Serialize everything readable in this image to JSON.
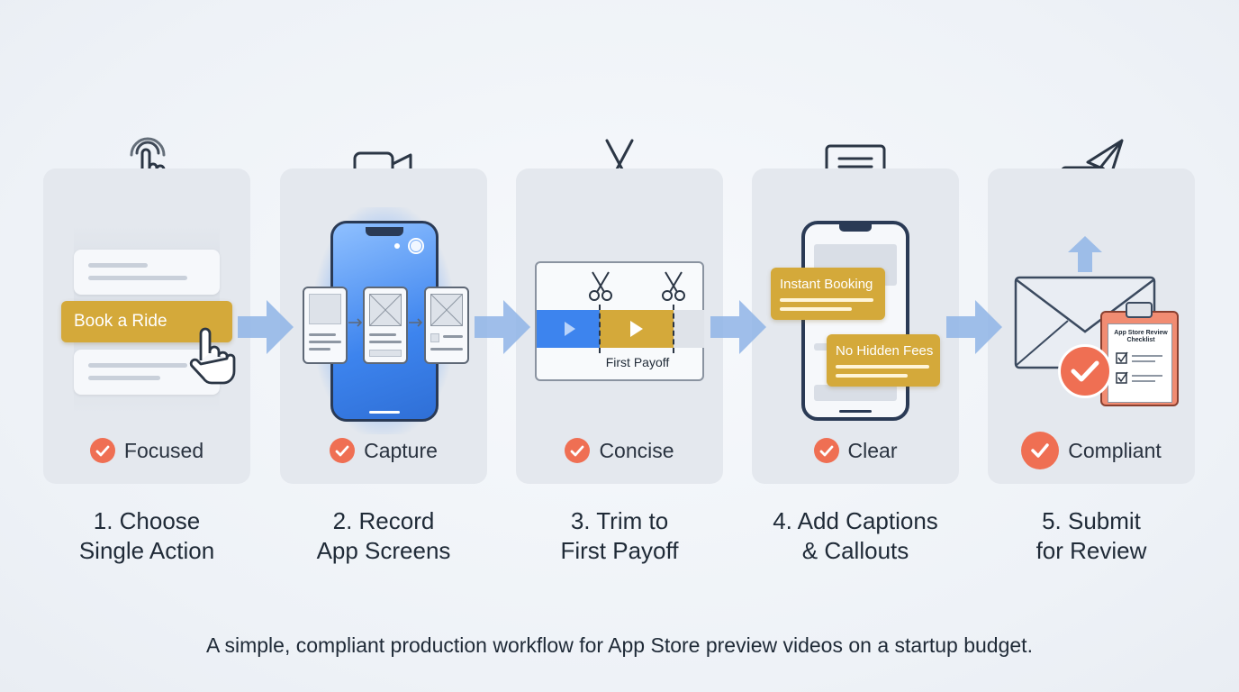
{
  "steps": [
    {
      "icon": "tap-hand-icon",
      "status": "Focused",
      "caption_line1": "1. Choose",
      "caption_line2": "Single Action"
    },
    {
      "icon": "video-camera-icon",
      "status": "Capture",
      "caption_line1": "2. Record",
      "caption_line2": "App Screens"
    },
    {
      "icon": "scissors-icon",
      "status": "Concise",
      "caption_line1": "3. Trim to",
      "caption_line2": "First Payoff"
    },
    {
      "icon": "chat-bubble-icon",
      "status": "Clear",
      "caption_line1": "4. Add Captions",
      "caption_line2": "& Callouts"
    },
    {
      "icon": "paper-plane-envelope-icon",
      "status": "Compliant",
      "caption_line1": "5. Submit",
      "caption_line2": "for Review"
    }
  ],
  "mockups": {
    "button_label": "Book a Ride",
    "timeline_label": "First Payoff",
    "callout_1": "Instant Booking",
    "callout_2": "No Hidden Fees",
    "checklist_title": "App Store Review Checklist"
  },
  "footer": "A simple, compliant production workflow for App Store preview videos on a startup budget.",
  "colors": {
    "card": "#e4e8ee",
    "accent_gold": "#d4a93a",
    "check_red": "#ef6f53",
    "arrow_blue": "#8fb4e6",
    "phone_blue": "#3d84ee"
  }
}
